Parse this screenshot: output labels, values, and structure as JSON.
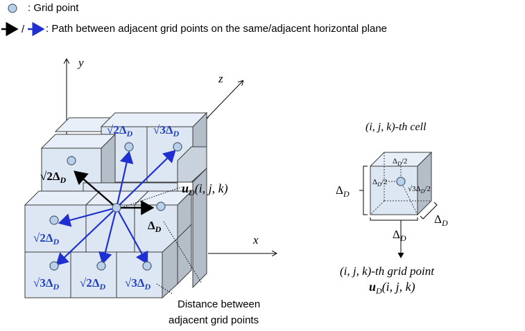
{
  "legend": {
    "grid_point_text": ": Grid point",
    "path_separator": "/",
    "path_text": ": Path between adjacent grid points on the same/adjacent horizontal plane"
  },
  "colors": {
    "cube_face": "#dde7f3",
    "cube_top": "#e9eff8",
    "cube_side": "#b4bec9",
    "cube_edge": "#3b3b3b",
    "point_fill": "#b9d0ea",
    "path_same": "#000000",
    "path_adjacent": "#1f2fd0",
    "label_blue": "#1f3fbf"
  },
  "axes": {
    "x": "x",
    "y": "y",
    "z": "z"
  },
  "left_diagram": {
    "labels": {
      "sqrt2_top": "√2Δ",
      "sqrt3_top": "√3Δ",
      "sqrt2_left_upper": "√2Δ",
      "u_label": "u",
      "u_sub": "D",
      "u_args": "(i, j, k)",
      "delta_label": "Δ",
      "sqrt2_left_mid": "√2Δ",
      "sqrt3_bottom_left": "√3Δ",
      "sqrt2_bottom_mid": "√2Δ",
      "sqrt3_bottom_right": "√3Δ",
      "subscript_D": "D"
    },
    "annotation": [
      "Distance between",
      "adjacent grid points"
    ]
  },
  "right_diagram": {
    "title": "(i, j, k)-th cell",
    "half_top": "Δ",
    "half_top_suffix": "/2",
    "half_left": "Δ",
    "half_left_suffix": "/2",
    "diag": "√3Δ",
    "diag_suffix": "/2",
    "delta_left": "Δ",
    "delta_right": "Δ",
    "delta_bottom": "Δ",
    "subscript_D": "D",
    "grid_point_caption": "(i, j, k)-th grid point",
    "u_label": "u",
    "u_sub": "D",
    "u_args": "(i, j, k)"
  }
}
